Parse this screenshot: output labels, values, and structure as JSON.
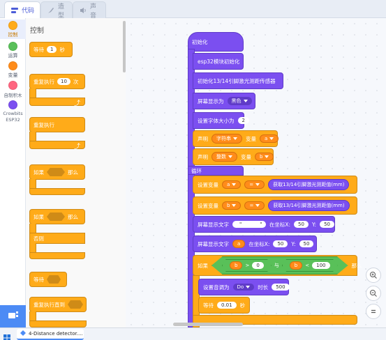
{
  "tabs": [
    {
      "label": "代码",
      "icon": "code-icon",
      "active": true
    },
    {
      "label": "造型",
      "icon": "brush-icon",
      "active": false
    },
    {
      "label": "声音",
      "icon": "speaker-icon",
      "active": false
    }
  ],
  "categories": [
    {
      "label": "控制",
      "color": "#ffab19"
    },
    {
      "label": "运算",
      "color": "#59c059"
    },
    {
      "label": "变量",
      "color": "#ff8c1a"
    },
    {
      "label": "自制积木",
      "color": "#ff6680"
    },
    {
      "label": "Crowbits ESP32",
      "color": "#7b4ff0"
    }
  ],
  "palette": {
    "title": "控制",
    "wait": {
      "label": "等待",
      "value": "1",
      "unit": "秒"
    },
    "repeat": {
      "label": "重复执行",
      "value": "10",
      "unit": "次"
    },
    "forever": {
      "label": "重复执行"
    },
    "if_then": {
      "if": "如果",
      "then": "那么"
    },
    "if_else": {
      "if": "如果",
      "then": "那么",
      "else": "否则"
    },
    "wait_until": {
      "label": "等待"
    },
    "repeat_until": {
      "label": "重复执行直到"
    }
  },
  "script": {
    "hat": "初始化",
    "esp32_init": "esp32模块初始化",
    "sensor_init": "初始化13/14引脚激光测距传感器",
    "screen_color": {
      "label": "屏幕显示为",
      "value": "黑色"
    },
    "font_size": {
      "label": "设置字体大小为",
      "value": "2"
    },
    "declare1": {
      "label": "声明",
      "type": "字符串",
      "var_label": "变量",
      "var": "a"
    },
    "declare2": {
      "label": "声明",
      "type": "整数",
      "var_label": "变量",
      "var": "b"
    },
    "loop": "循环",
    "set_a": {
      "label": "设置变量",
      "var": "a",
      "op": "=",
      "reporter": "获取13/14引脚激光测距值(mm)"
    },
    "set_b": {
      "label": "设置变量",
      "var": "b",
      "op": "=",
      "reporter": "获取13/14引脚激光测距值(mm)"
    },
    "display1": {
      "label": "屏幕显示文字",
      "text": "\"",
      "text_end": "\"",
      "at": "在坐标X:",
      "x": "50",
      "y_label": "Y:",
      "y": "50"
    },
    "display2": {
      "label": "屏幕显示文字",
      "var": "a",
      "at": "在坐标X:",
      "x": "50",
      "y_label": "Y:",
      "y": "50"
    },
    "if_block": {
      "if": "如果",
      "left_var": "b",
      "op1": ">",
      "v1": "0",
      "and": "与",
      "right_var": "b",
      "op2": "<",
      "v2": "100",
      "then": "那么"
    },
    "tone": {
      "label": "设置音调为",
      "note": "Do",
      "dur_label": "时长",
      "dur": "500"
    },
    "wait": {
      "label": "等待",
      "value": "0.01",
      "unit": "秒"
    }
  },
  "taskbar": {
    "app_label": "4-Distance detector...."
  }
}
